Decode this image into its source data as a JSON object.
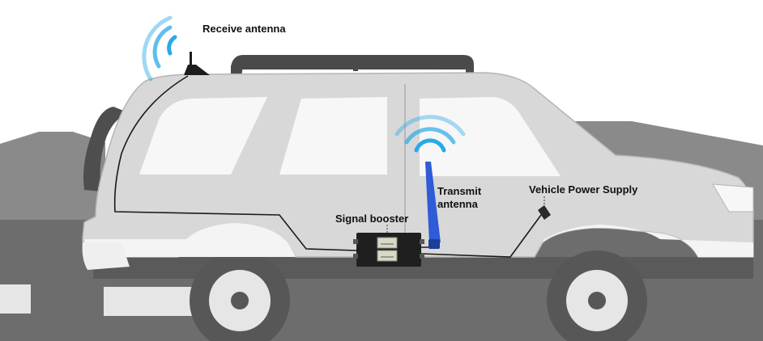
{
  "labels": {
    "receive_antenna": "Receive antenna",
    "transmit_antenna_line1": "Transmit",
    "transmit_antenna_line2": "antenna",
    "signal_booster": "Signal booster",
    "vehicle_power_supply": "Vehicle Power Supply"
  },
  "colors": {
    "signal_wave": "#29a9e6",
    "transmit_antenna": "#2f5bd6",
    "car_body": "#d8d8d8",
    "road": "#6f6f6f",
    "hill": "#8d8d8d",
    "cable": "#1a1a1a"
  }
}
